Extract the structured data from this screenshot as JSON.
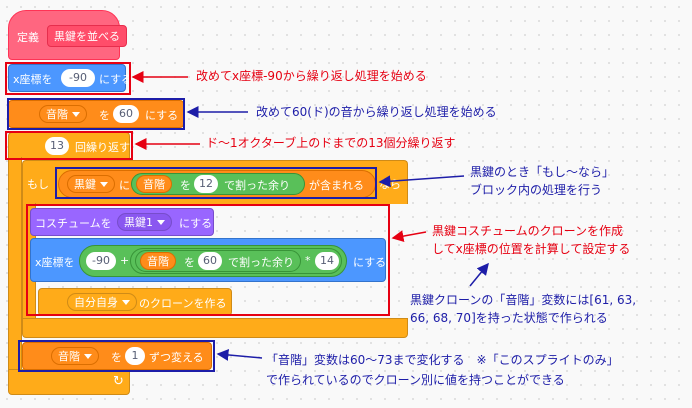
{
  "blocks": {
    "define_keyword": "定義",
    "define_name": "黒鍵を並べる",
    "set_x_label": "x座標を",
    "set_x_value": "-90",
    "set_x_suffix": "にする",
    "set_var_name": "音階",
    "set_var_to": "を",
    "set_var_value": "60",
    "set_var_suffix": "にする",
    "repeat_count": "13",
    "repeat_label": "回繰り返す",
    "if_label": "もし",
    "if_then": "なら",
    "list_name": "黒鍵",
    "list_particle": "に",
    "mod_var": "音階",
    "mod_particle": "を",
    "mod_value": "12",
    "mod_label": "で割った余り",
    "contains_label": "が含まれる",
    "costume_label": "コスチュームを",
    "costume_name": "黒鍵1",
    "costume_suffix": "にする",
    "x_label": "x座標を",
    "x_base": "-90",
    "plus": "+",
    "x_mod_var": "音階",
    "x_mod_particle": "を",
    "x_mod_value": "60",
    "x_mod_label": "で割った余り",
    "times": "*",
    "x_mult": "14",
    "x_suffix": "にする",
    "clone_target": "自分自身",
    "clone_label": "のクローンを作る",
    "change_var": "音階",
    "change_particle": "を",
    "change_value": "1",
    "change_suffix": "ずつ変える"
  },
  "notes": {
    "n1": "改めてx座標-90から繰り返し処理を始める",
    "n2": "改めて60(ド)の音から繰り返し処理を始める",
    "n3": "ド～1オクターブ上のドまでの13個分繰り返す",
    "n4_line1": "黒鍵のとき「もし～なら」",
    "n4_line2": "ブロック内の処理を行う",
    "n5_line1": "黒鍵コスチュームのクローンを作成",
    "n5_line2": "してx座標の位置を計算して設定する",
    "n6_line1": "黒鍵クローンの「音階」変数には[61, 63,",
    "n6_line2": "66, 68, 70]を持った状態で作られる",
    "n7_line1": "「音階」変数は60～73まで変化する　※「このスプライトのみ」",
    "n7_line2": "で作られているのでクローン別に値を持つことができる"
  },
  "colors": {
    "annotation_red": "#e60012",
    "annotation_navy": "#1d1da8",
    "my_blocks": "#ff6680",
    "motion": "#4c97ff",
    "variables": "#ff8c1a",
    "control": "#ffab19",
    "looks": "#9966ff",
    "operators": "#59c059"
  },
  "icons": {
    "loop_arrow": "loop-arrow-icon"
  }
}
